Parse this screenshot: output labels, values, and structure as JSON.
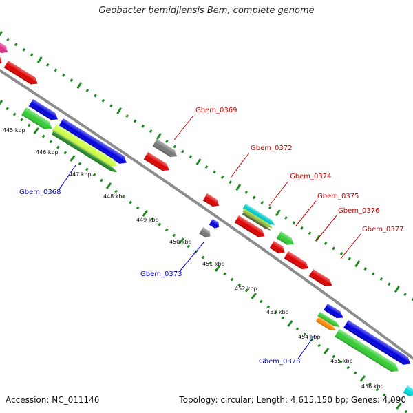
{
  "title": "Geobacter bemidjiensis Bem, complete genome",
  "footer": {
    "accession": "Accession: NC_011146",
    "summary": "Topology: circular; Length: 4,615,150 bp; Genes: 4,090"
  },
  "colors": {
    "backbone": "#8c8c8c",
    "ticks": "#1f8a1f",
    "label_forward": "#cc0000",
    "label_reverse": "#0000cc"
  },
  "kbp_labels": [
    "445 kbp",
    "446 kbp",
    "447 kbp",
    "448 kbp",
    "449 kbp",
    "450 kbp",
    "451 kbp",
    "452 kbp",
    "453 kbp",
    "454 kbp",
    "455 kbp",
    "456 kbp"
  ],
  "gene_labels": [
    {
      "text": "Gbem_0368",
      "strand": "reverse"
    },
    {
      "text": "Gbem_0369",
      "strand": "forward"
    },
    {
      "text": "Gbem_0372",
      "strand": "forward"
    },
    {
      "text": "Gbem_0373",
      "strand": "reverse"
    },
    {
      "text": "Gbem_0374",
      "strand": "forward"
    },
    {
      "text": "Gbem_0375",
      "strand": "forward"
    },
    {
      "text": "Gbem_0376",
      "strand": "forward"
    },
    {
      "text": "Gbem_0377",
      "strand": "forward"
    },
    {
      "text": "Gbem_0378",
      "strand": "reverse"
    }
  ]
}
